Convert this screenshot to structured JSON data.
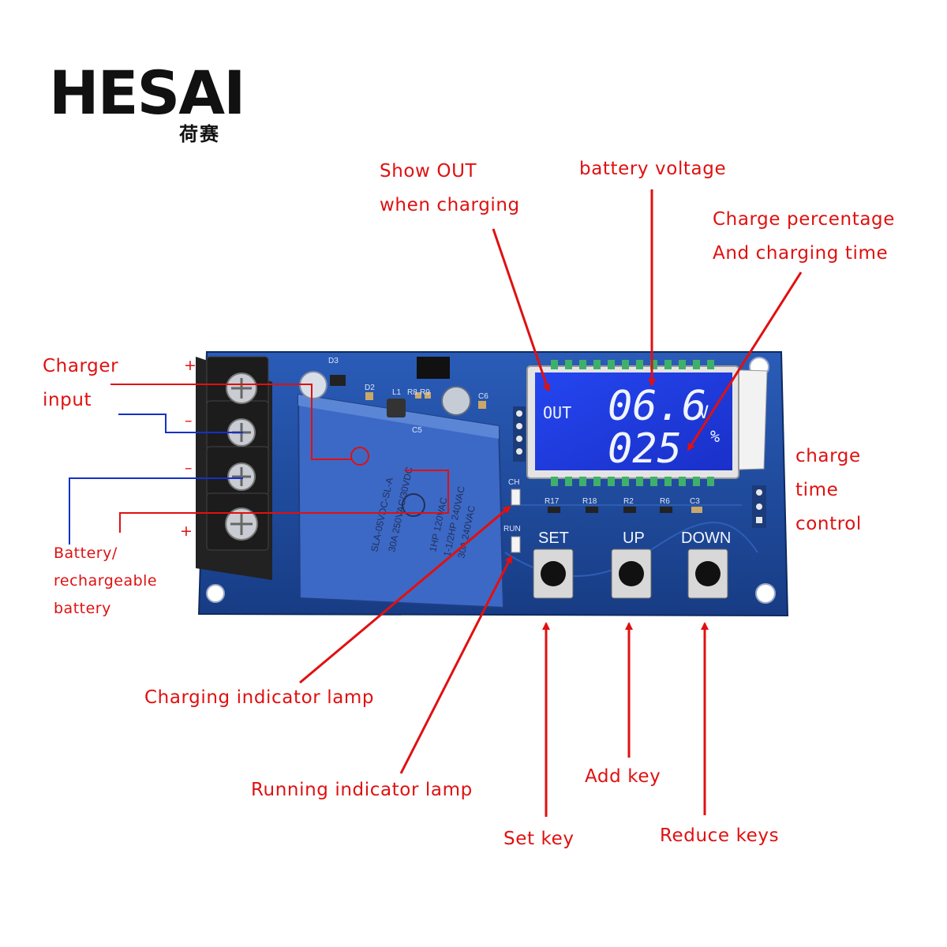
{
  "logo": {
    "brand": "HESAI",
    "brand_cn": "荷赛"
  },
  "annotations": {
    "show_out": [
      "Show OUT",
      "when charging"
    ],
    "battery_voltage": "battery voltage",
    "charge_percentage": [
      "Charge percentage",
      "And charging time"
    ],
    "charger_input": [
      "Charger",
      "input"
    ],
    "charge_time_control": [
      "charge",
      "time",
      "control"
    ],
    "battery": [
      "Battery/",
      "rechargeable",
      "battery"
    ],
    "charging_indicator": "Charging indicator lamp",
    "running_indicator": "Running indicator lamp",
    "add_key": "Add key",
    "set_key": "Set key",
    "reduce_keys": "Reduce keys"
  },
  "terminal_polarity": [
    "+",
    "–",
    "–",
    "+"
  ],
  "lcd": {
    "mode": "OUT",
    "voltage": "06.6",
    "voltage_unit": "V",
    "percent": "025",
    "percent_unit": "%"
  },
  "keys": {
    "set": "SET",
    "up": "UP",
    "down": "DOWN"
  },
  "indicators": {
    "ch": "CH",
    "run": "RUN"
  },
  "silkscreen": {
    "d3": "D3",
    "d2": "D2",
    "l1": "L1",
    "r8": "R8",
    "r9": "R9",
    "c6": "C6",
    "r17": "R17",
    "r18": "R18",
    "r2": "R2",
    "r6": "R6",
    "c3": "C3",
    "c5": "C5"
  },
  "relay": {
    "model": "SLA-05VDC-SL-A",
    "ratings": [
      "30A 250VAC/30VDC",
      "1HP 120VAC",
      "1-1/2HP 240VAC",
      "30A 240VAC"
    ]
  },
  "colors": {
    "pcb": "#1f4c9e",
    "lcd_bg": "#1f3de8",
    "annotation": "#e01010",
    "wire_blue": "#1530c8"
  }
}
